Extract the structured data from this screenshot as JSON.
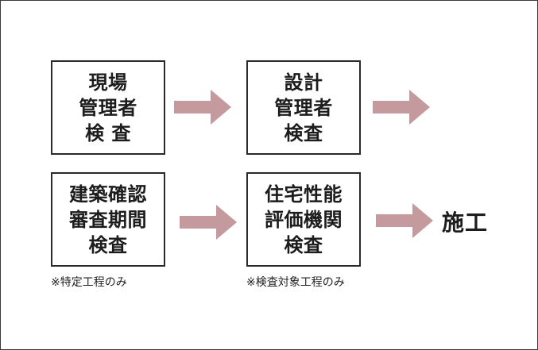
{
  "colors": {
    "arrow": "#c49a9e",
    "border": "#2a2a2a",
    "text": "#1c1c1c"
  },
  "row1": {
    "box1": {
      "lines": [
        "現場",
        "管理者",
        "検 査"
      ]
    },
    "box2": {
      "lines": [
        "設計",
        "管理者",
        "検査"
      ]
    }
  },
  "row2": {
    "box1": {
      "lines": [
        "建築確認",
        "審査期間",
        "検査"
      ]
    },
    "box2": {
      "lines": [
        "住宅性能",
        "評価機関",
        "検査"
      ]
    },
    "note1": "※特定工程のみ",
    "note2": "※検査対象工程のみ",
    "final": "施工"
  }
}
